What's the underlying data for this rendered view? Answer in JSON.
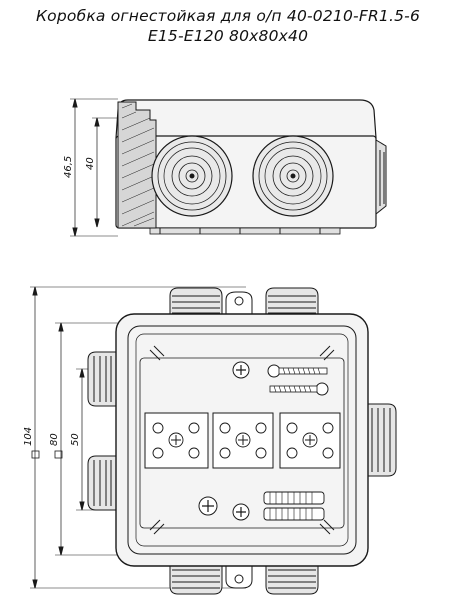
{
  "title": {
    "line1": "Коробка огнестойкая для о/п 40-0210-FR1.5-6",
    "line2": "E15-E120 80x80x40"
  },
  "side_view": {
    "dim_total_height": "46,5",
    "dim_body_height": "40"
  },
  "top_view": {
    "dim_outer": "104",
    "dim_body": "80",
    "dim_mount": "50"
  },
  "colors": {
    "line": "#1a1a1a",
    "body_fill": "#f4f4f4",
    "gland_fill": "#e6e6e6"
  }
}
